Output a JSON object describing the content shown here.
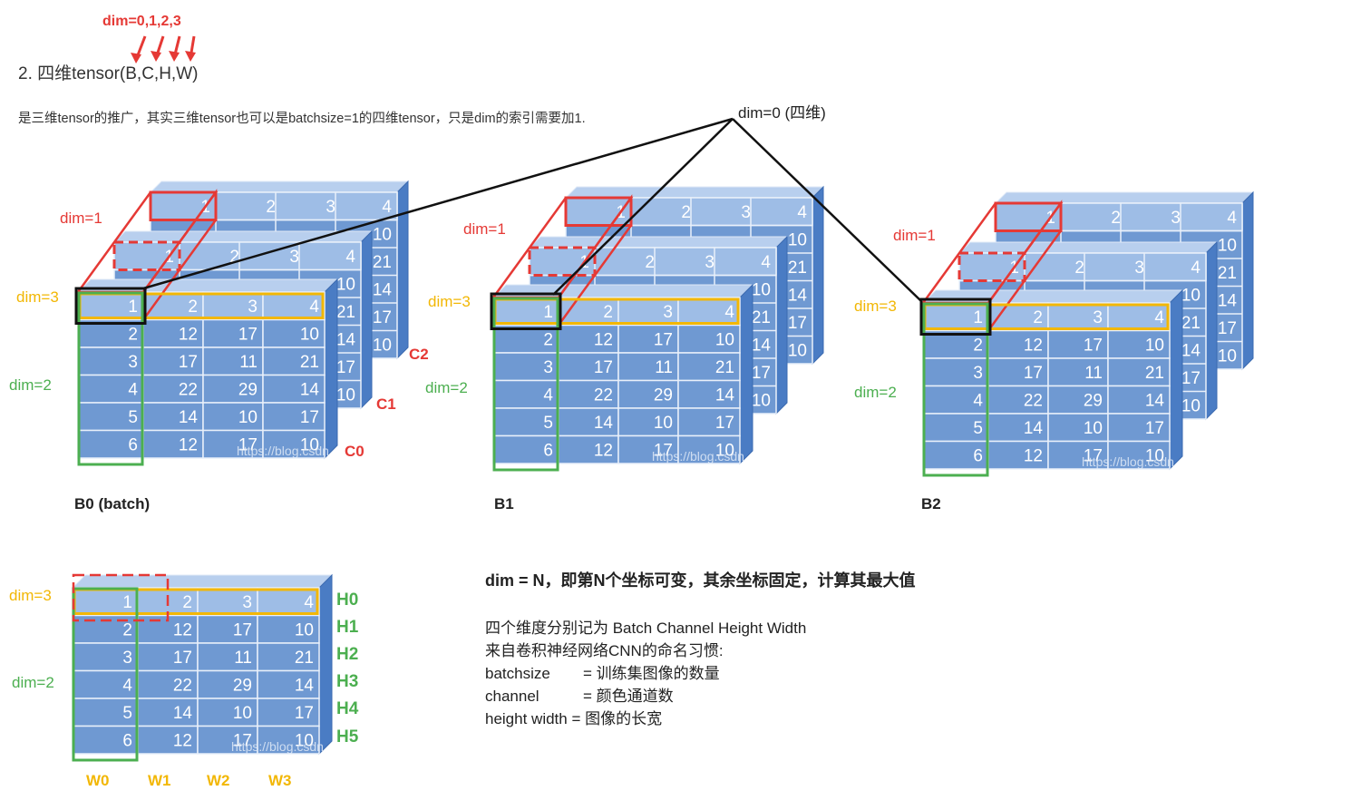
{
  "header": {
    "dim_indices": "dim=0,1,2,3",
    "section_title": "2. 四维tensor(B,C,H,W)",
    "description": "是三维tensor的推广，其实三维tensor也可以是batchsize=1的四维tensor，只是dim的索引需要加1."
  },
  "batch_dim_label": "dim=0 (四维)",
  "axis_labels": {
    "dim1": "dim=1",
    "dim2": "dim=2",
    "dim3": "dim=3"
  },
  "channels": [
    "C2",
    "C1",
    "C0"
  ],
  "batches": [
    "B0 (batch)",
    "B1",
    "B2"
  ],
  "matrix": {
    "row_header": [
      "1",
      "2",
      "3",
      "4",
      "5",
      "6"
    ],
    "rows": [
      [
        "2",
        "3",
        "4"
      ],
      [
        "12",
        "17",
        "10"
      ],
      [
        "17",
        "11",
        "21"
      ],
      [
        "22",
        "29",
        "14"
      ],
      [
        "14",
        "10",
        "17"
      ],
      [
        "12",
        "17",
        "10"
      ]
    ],
    "back_col": [
      "4",
      "10",
      "21",
      "14",
      "17",
      "10"
    ]
  },
  "watermark": "https://blog.csdn",
  "single": {
    "h_labels": [
      "H0",
      "H1",
      "H2",
      "H3",
      "H4",
      "H5"
    ],
    "w_labels": [
      "W0",
      "W1",
      "W2",
      "W3"
    ]
  },
  "notes": {
    "headline": "dim = N，即第N个坐标可变，其余坐标固定，计算其最大值",
    "line1": "四个维度分别记为 Batch Channel Height Width",
    "line2": "来自卷积神经网络CNN的命名习惯:",
    "defs": [
      {
        "key": "batchsize",
        "value": "= 训练集图像的数量"
      },
      {
        "key": "channel",
        "value": "= 颜色通道数"
      },
      {
        "key": "height width",
        "value": "= 图像的长宽"
      }
    ]
  },
  "colors": {
    "cell_fill": "#6f99d2",
    "cell_header": "#9ebde6",
    "side_fill": "#4a7cc4",
    "top_fill": "#b8cfee",
    "highlight_red": "#e53935",
    "highlight_yellow": "#f2b705",
    "highlight_green": "#4caf50",
    "highlight_black": "#111111"
  }
}
